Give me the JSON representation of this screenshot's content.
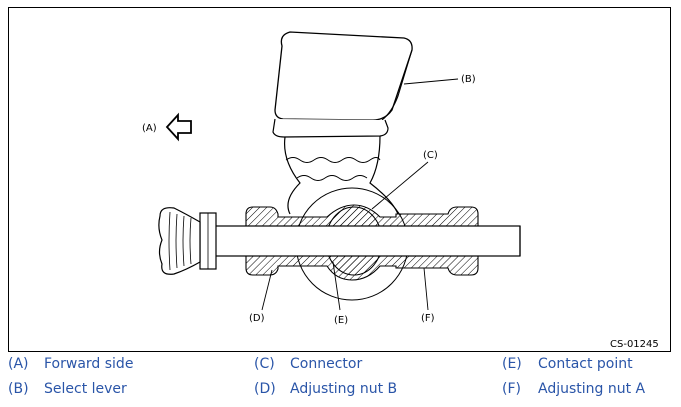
{
  "figure": {
    "callouts": {
      "a": "(A)",
      "b": "(B)",
      "c": "(C)",
      "d": "(D)",
      "e": "(E)",
      "f": "(F)"
    },
    "code": "CS-01245",
    "legend_color": "#2a55a8"
  },
  "legend": [
    {
      "key": "(A)",
      "label": "Forward side"
    },
    {
      "key": "(B)",
      "label": "Select lever"
    },
    {
      "key": "(C)",
      "label": "Connector"
    },
    {
      "key": "(D)",
      "label": "Adjusting nut B"
    },
    {
      "key": "(E)",
      "label": "Contact point"
    },
    {
      "key": "(F)",
      "label": "Adjusting nut A"
    }
  ]
}
